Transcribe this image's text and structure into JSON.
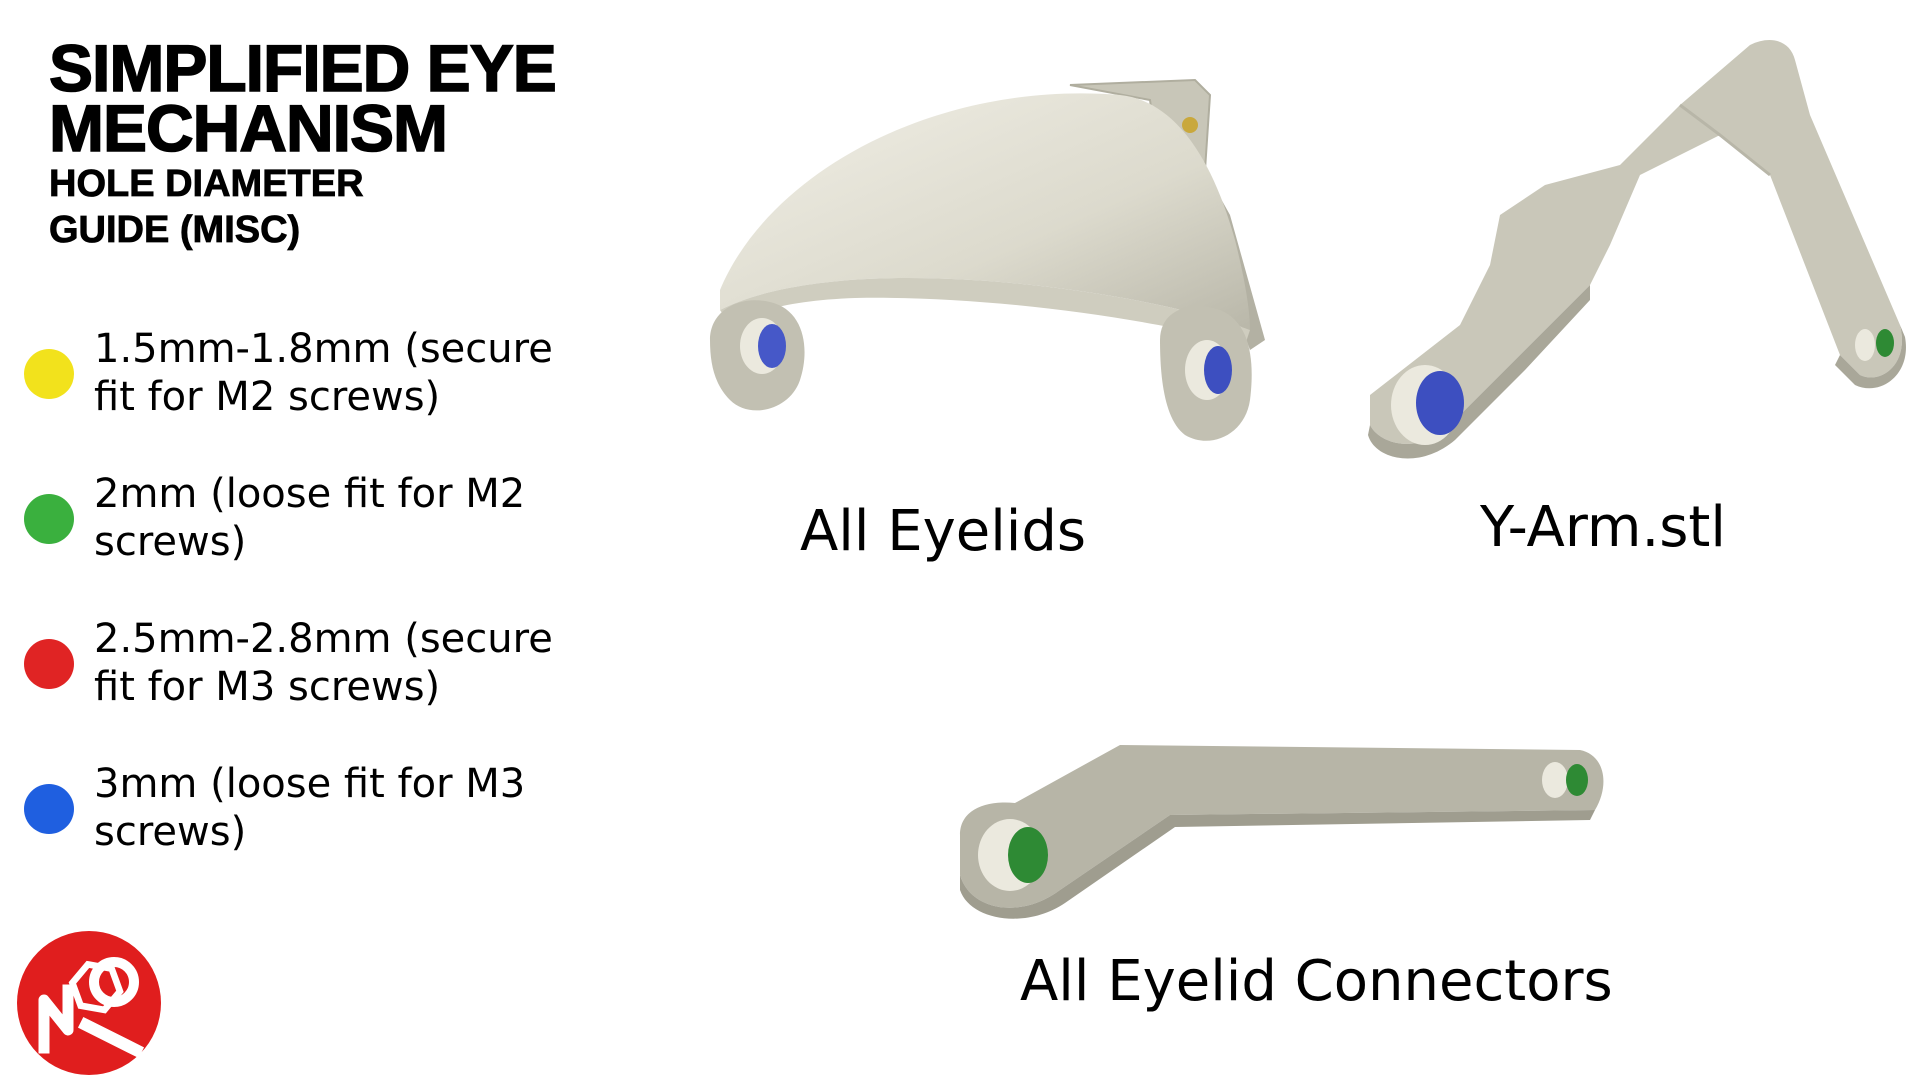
{
  "title": {
    "line1": "SIMPLIFIED EYE",
    "line2": "MECHANISM",
    "sub1": "HOLE DIAMETER",
    "sub2": "GUIDE (MISC)"
  },
  "legend": [
    {
      "text": "1.5mm-1.8mm (secure\nfit for M2 screws)",
      "color": "#f2e21c"
    },
    {
      "text": "2mm (loose fit for M2\nscrews)",
      "color": "#3ab03e"
    },
    {
      "text": "2.5mm-2.8mm (secure\nfit for M3 screws)",
      "color": "#e02424"
    },
    {
      "text": "3mm (loose fit for M3\nscrews)",
      "color": "#1f5fe0"
    }
  ],
  "parts": {
    "eyelids_label": "All Eyelids",
    "yarm_label": "Y-Arm.stl",
    "connectors_label": "All Eyelid Connectors"
  },
  "colors": {
    "part_body": "#c4c2b4",
    "part_shade": "#a4a294",
    "part_light": "#e8e6da",
    "logo": "#e01e1e"
  },
  "icons": {
    "logo": "nut-bolt-logo"
  }
}
